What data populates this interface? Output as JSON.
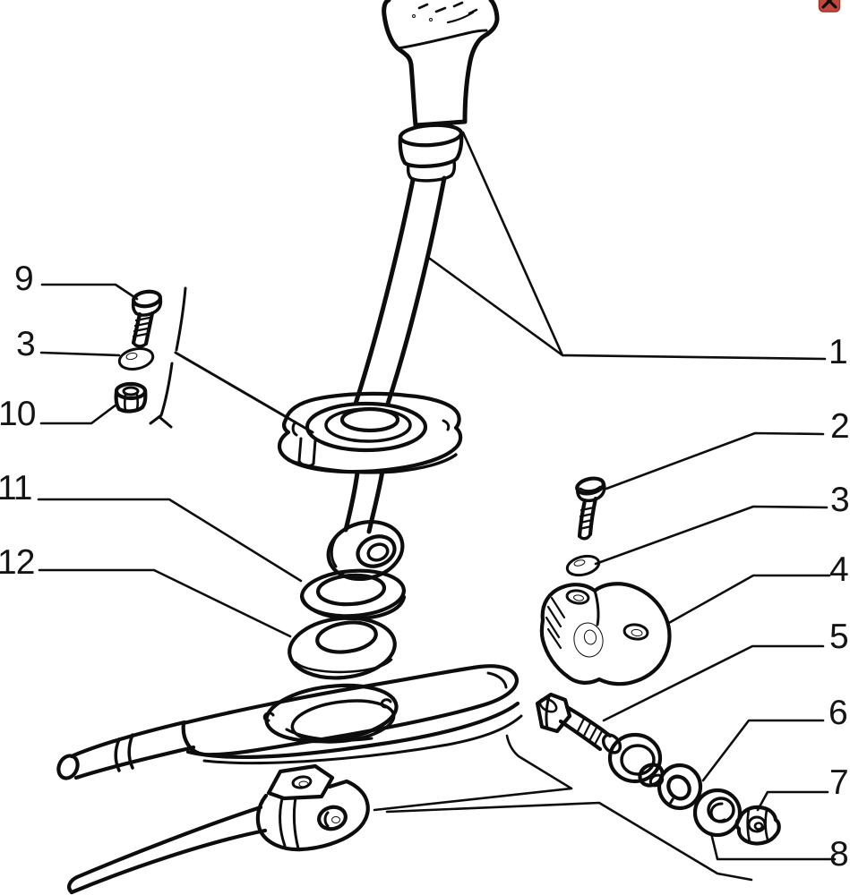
{
  "callouts": [
    {
      "label": "9"
    },
    {
      "label": "3"
    },
    {
      "label": "10"
    },
    {
      "label": "11"
    },
    {
      "label": "12"
    },
    {
      "label": "1"
    },
    {
      "label": "2"
    },
    {
      "label": "3"
    },
    {
      "label": "4"
    },
    {
      "label": "5"
    },
    {
      "label": "6"
    },
    {
      "label": "7"
    },
    {
      "label": "8"
    }
  ],
  "colors": {
    "background": "#ffffff",
    "ink": "#0d0d0d",
    "broken_image_icon_red": "#c2493a",
    "broken_image_icon_x": "#ffffff"
  },
  "icons": {
    "top_right": "broken-image-x-icon"
  }
}
